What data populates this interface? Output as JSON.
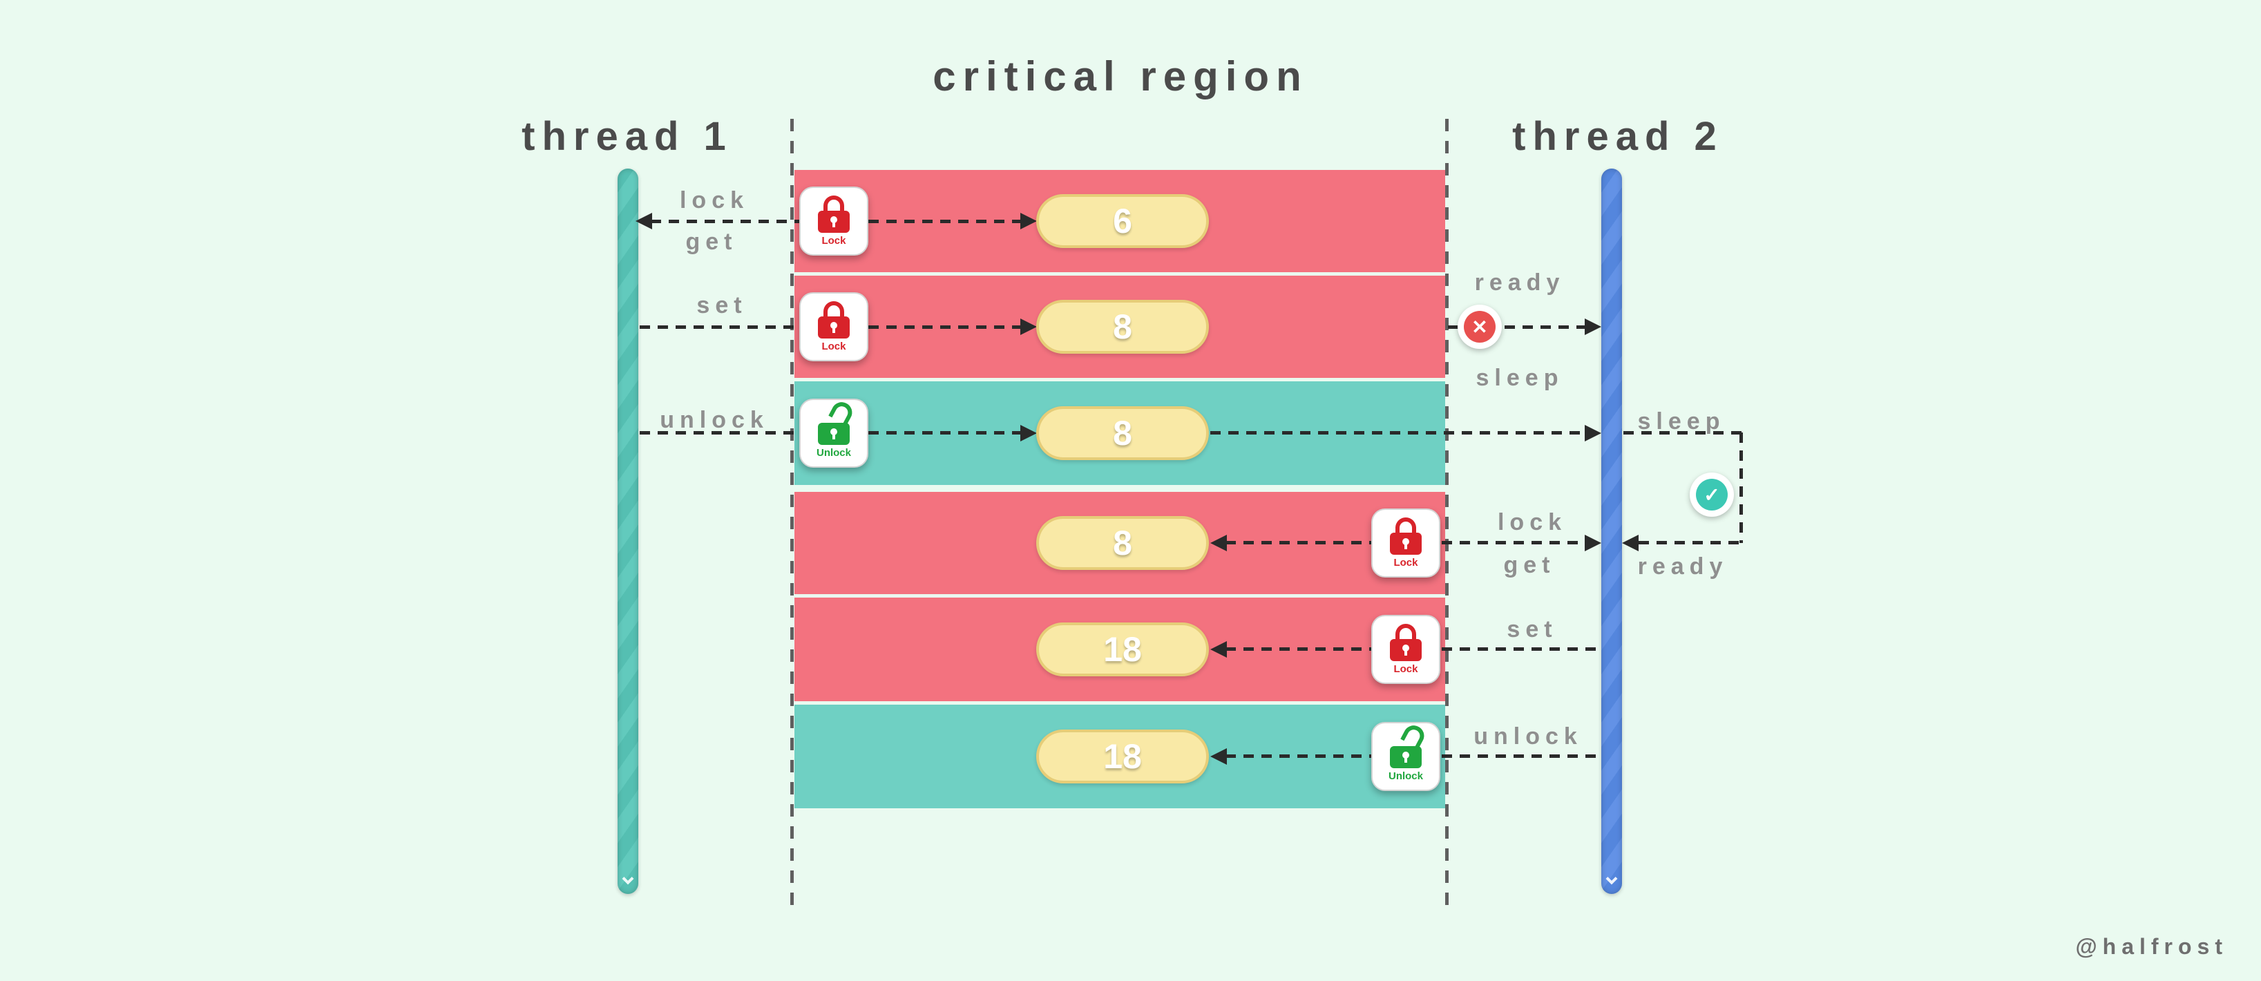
{
  "title": "critical region",
  "thread1_label": "thread 1",
  "thread2_label": "thread 2",
  "watermark": "@halfrost",
  "pills": [
    "6",
    "8",
    "8",
    "8",
    "18",
    "18"
  ],
  "annotations": {
    "t1_lock": "lock",
    "t1_get": "get",
    "t1_set": "set",
    "t1_unlock": "unlock",
    "t2_ready_fail": "ready",
    "t2_sleep_fail": "sleep",
    "t2_sleep_wait": "sleep",
    "t2_ready_wake": "ready",
    "t2_lock": "lock",
    "t2_get": "get",
    "t2_set": "set",
    "t2_unlock": "unlock"
  },
  "icons": {
    "lock_label": "Lock",
    "unlock_label": "Unlock",
    "fail_glyph": "✕",
    "ok_glyph": "✓"
  },
  "colors": {
    "background": "#eafaf0",
    "locked_band": "#f3727f",
    "unlocked_band": "#6fd0c3",
    "thread1_bar": "#5cc2b6",
    "thread2_bar": "#5f8ee3",
    "value_pill_fill": "#f9e9a6",
    "value_pill_border": "#e6cd78",
    "lock_red": "#d8232a",
    "unlock_green": "#21a73f",
    "fail_red": "#e8504f",
    "ok_teal": "#3cc8b4"
  }
}
